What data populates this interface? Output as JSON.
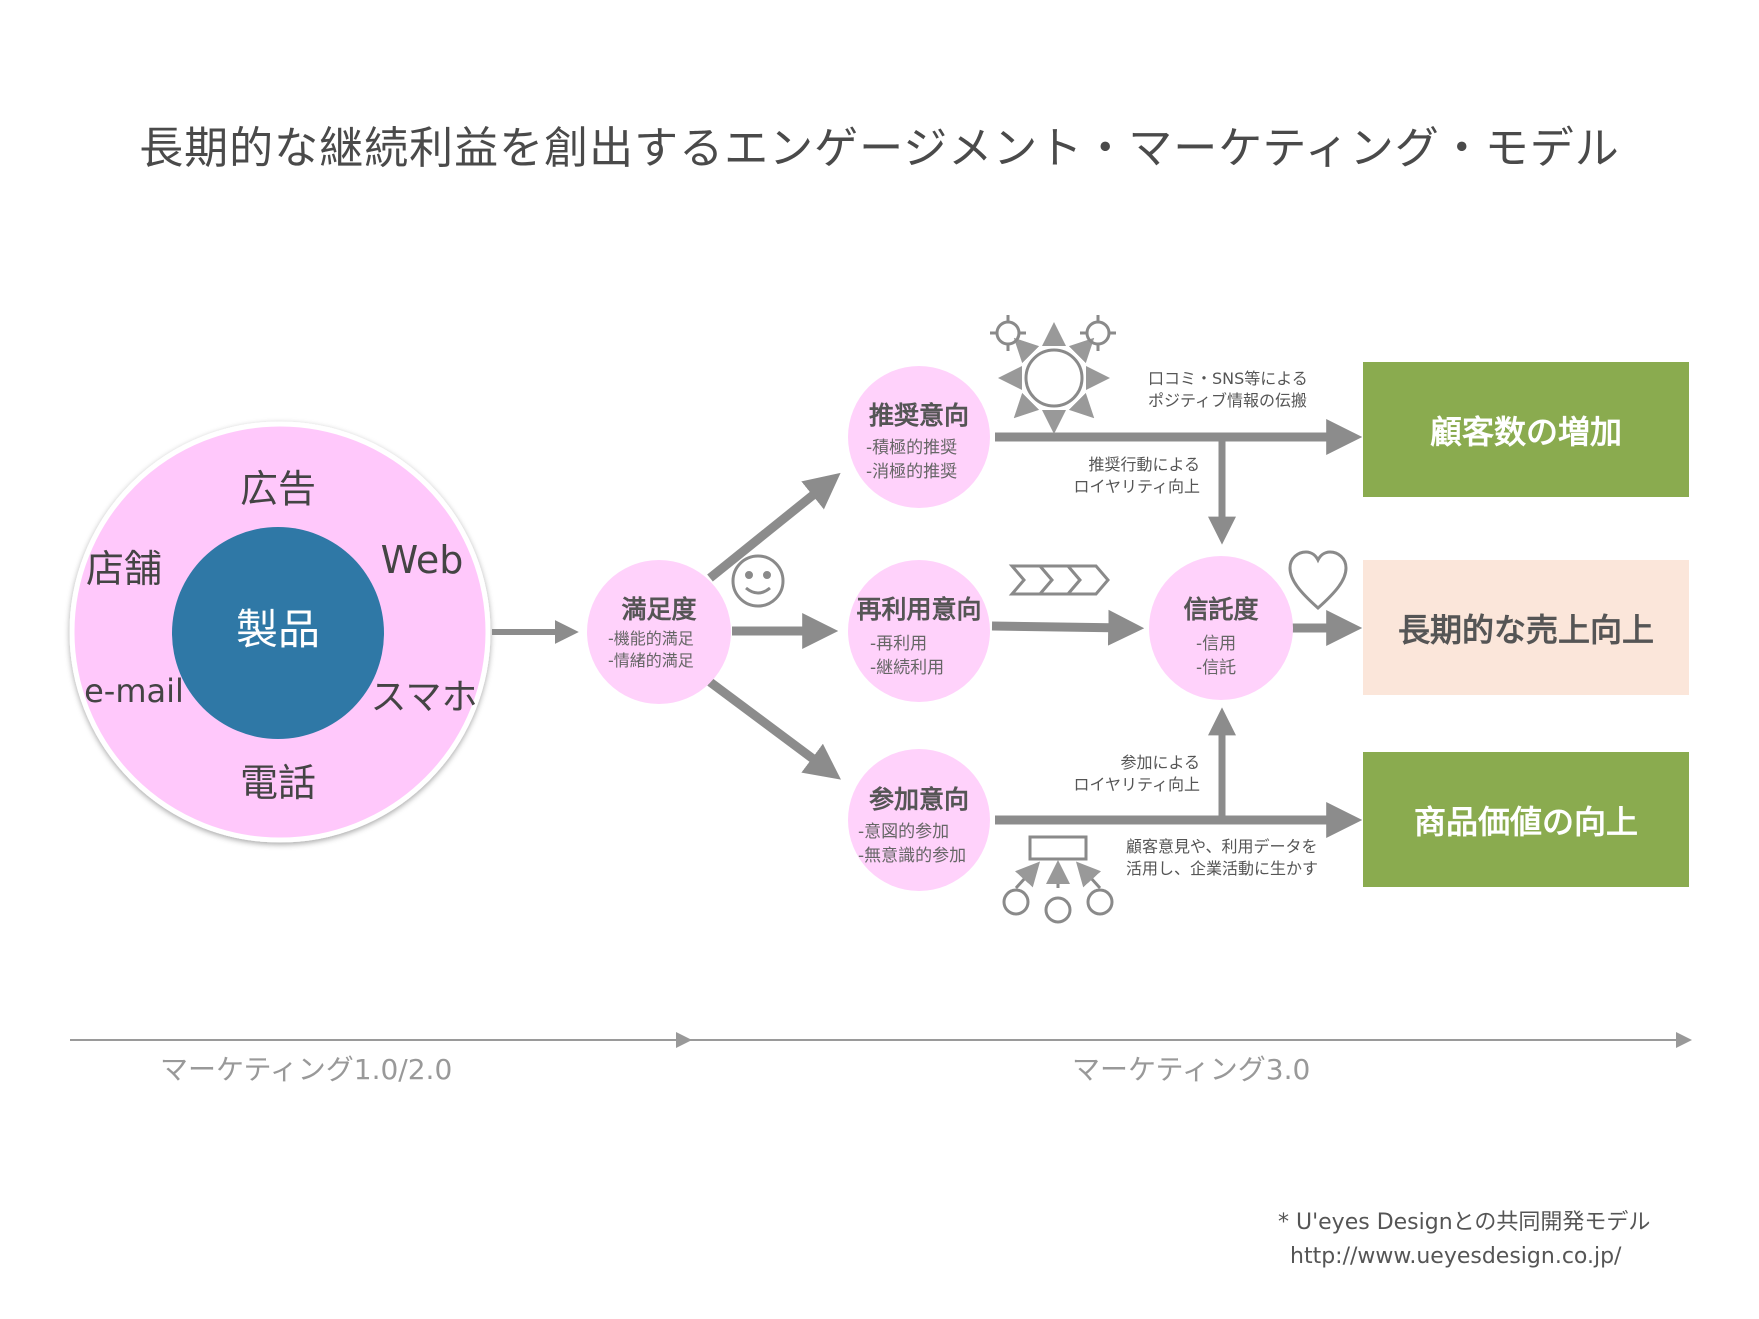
{
  "title": "長期的な継続利益を創出するエンゲージメント・マーケティング・モデル",
  "core": {
    "label": "製品",
    "ring_labels": {
      "top": "広告",
      "upper_left": "店舗",
      "upper_right": "Web",
      "lower_left": "e-mail",
      "lower_right": "スマホ",
      "bottom": "電話"
    }
  },
  "nodes": {
    "satisfaction": {
      "title": "満足度",
      "items": [
        "-機能的満足",
        "-情緒的満足"
      ]
    },
    "recommend": {
      "title": "推奨意向",
      "items": [
        "-積極的推奨",
        "-消極的推奨"
      ]
    },
    "reuse": {
      "title": "再利用意向",
      "items": [
        "-再利用",
        "-継続利用"
      ]
    },
    "participate": {
      "title": "参加意向",
      "items": [
        "-意図的参加",
        "-無意識的参加"
      ]
    },
    "trust": {
      "title": "信託度",
      "items": [
        "-信用",
        "-信託"
      ]
    }
  },
  "notes": {
    "wom": [
      "口コミ・SNS等による",
      "ポジティブ情報の伝搬"
    ],
    "recommend_loyalty": [
      "推奨行動による",
      "ロイヤリティ向上"
    ],
    "participate_loyalty": [
      "参加による",
      "ロイヤリティ向上"
    ],
    "feedback": [
      "顧客意見や、利用データを",
      "活用し、企業活動に生かす"
    ]
  },
  "outcomes": {
    "customers": "顧客数の増加",
    "sales": "長期的な売上向上",
    "value": "商品価値の向上"
  },
  "eras": {
    "left": "マーケティング1.0/2.0",
    "right": "マーケティング3.0"
  },
  "credit": {
    "line1": "* U'eyes Designとの共同開発モデル",
    "line2": "http://www.ueyesdesign.co.jp/"
  },
  "colors": {
    "ring": "#ffc8fb",
    "core": "#2f78a6",
    "node": "#ffd2fb",
    "arrow": "#8c8c8c",
    "green": "#8aab4f",
    "peach": "#fbe6da"
  },
  "icons": [
    "smile-icon",
    "sun-icon",
    "heart-icon",
    "chevron-arrows-icon",
    "feedback-network-icon"
  ]
}
